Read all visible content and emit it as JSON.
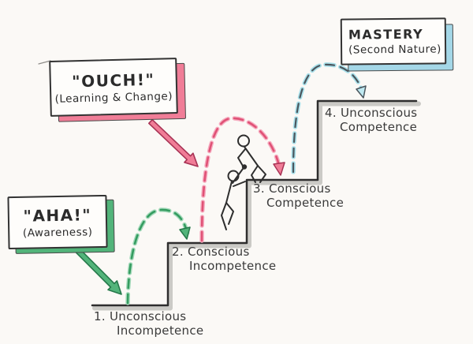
{
  "diagram_title": "Four Stages of Competence staircase sketch",
  "palette": {
    "paper": "#fbf9f6",
    "ink": "#2e2e2e",
    "step_shadow": "#cbcac6",
    "green_halo": "#a5dabb",
    "green_arc": "#359c60",
    "green_fill": "#52b47a",
    "green_edge": "#26794b",
    "pink_halo": "#f6aec1",
    "pink_arc": "#e05276",
    "pink_fill": "#f07d97",
    "pink_edge": "#a83355",
    "teal_halo": "#a9e0ea",
    "teal_core": "#4b565d",
    "teal_fill": "#bfe9f1",
    "blue_shadow": "#a4d7e7",
    "pencil": "#8f8d89"
  },
  "callouts": {
    "aha": {
      "title": "\"AHA!\"",
      "subtitle": "(Awareness)"
    },
    "ouch": {
      "title": "\"OUCH!\"",
      "subtitle": "(Learning & Change)"
    },
    "mastery": {
      "title": "MASTERY",
      "subtitle": "(Second Nature)"
    }
  },
  "steps": [
    {
      "label_line1": "1. Unconscious",
      "label_line2": "Incompetence"
    },
    {
      "label_line1": "2. Conscious",
      "label_line2": "Incompetence"
    },
    {
      "label_line1": "3. Conscious",
      "label_line2": "Competence"
    },
    {
      "label_line1": "4. Unconscious",
      "label_line2": "Competence"
    }
  ]
}
